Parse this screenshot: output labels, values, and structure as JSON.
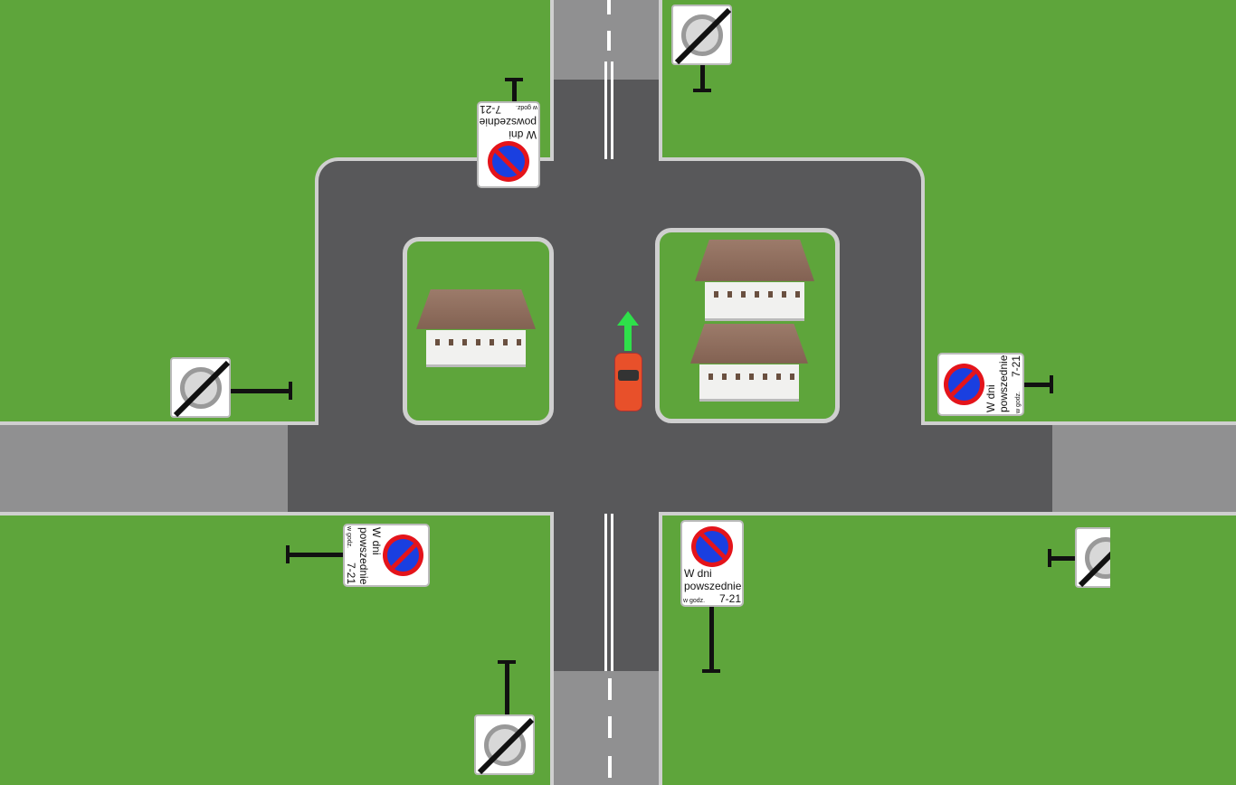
{
  "scene": {
    "title": "Intersection with no-parking zone signs",
    "colors": {
      "grass": "#5ea53b",
      "road": "#58585a",
      "car": "#e8502a",
      "arrow": "#2ee04a"
    }
  },
  "sign": {
    "line1": "W dni",
    "line2": "powszednie",
    "small": "w godz.",
    "hours": "7-21"
  },
  "car": {
    "direction": "straight"
  }
}
